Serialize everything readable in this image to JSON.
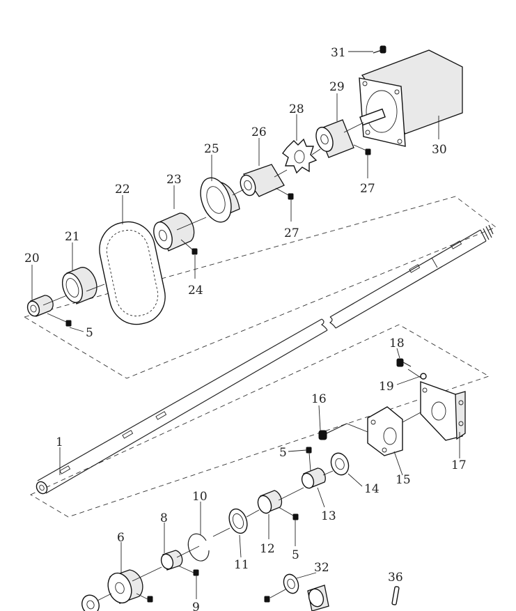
{
  "diagram": {
    "part_labels": {
      "p1": "1",
      "p5a": "5",
      "p5b": "5",
      "p5c": "5",
      "p6": "6",
      "p8": "8",
      "p9": "9",
      "p10": "10",
      "p11": "11",
      "p12": "12",
      "p13": "13",
      "p14": "14",
      "p15": "15",
      "p16": "16",
      "p17": "17",
      "p18": "18",
      "p19": "19",
      "p20": "20",
      "p21": "21",
      "p22": "22",
      "p23": "23",
      "p24": "24",
      "p25": "25",
      "p26": "26",
      "p27a": "27",
      "p27b": "27",
      "p28": "28",
      "p29": "29",
      "p30": "30",
      "p31": "31",
      "p32": "32",
      "p36": "36"
    }
  }
}
